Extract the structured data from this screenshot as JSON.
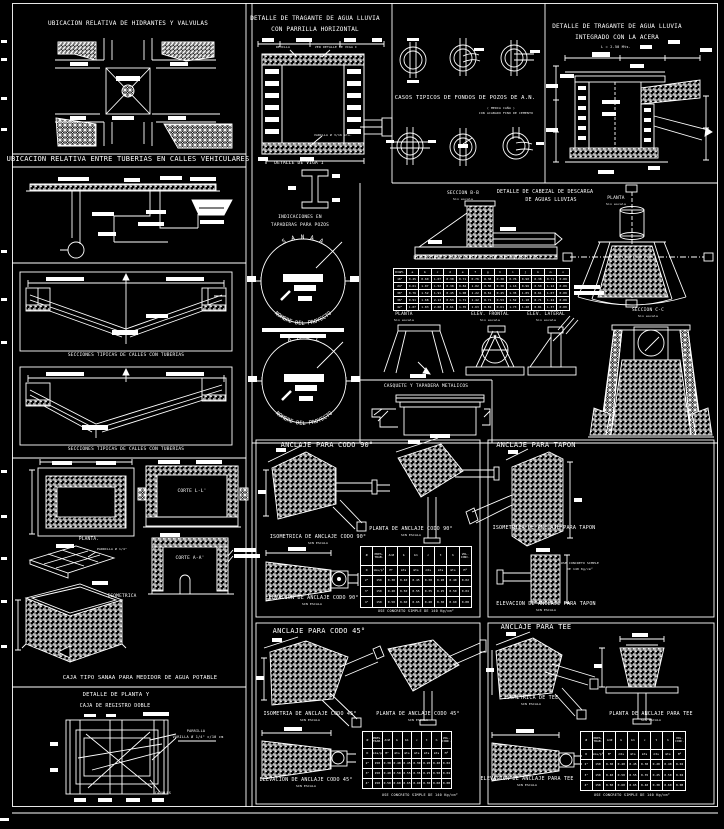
{
  "colors": {
    "background": "#000000",
    "line": "#ffffff"
  },
  "hidrantes": {
    "title": "UBICACION RELATIVA DE HIDRANTES Y VALVULAS"
  },
  "tuberias": {
    "title": "UBICACION RELATIVA ENTRE TUBERIAS EN CALLES VEHICULARES"
  },
  "secciones": {
    "caption": "SECCIONES TIPICAS DE CALLES CON TUBERIAS"
  },
  "caja_sanaa": {
    "planta": "PLANTA.",
    "corte_l": "CORTE L-L'",
    "corte_a": "CORTE A-A'",
    "isometrica": "ISOMETRICA",
    "parrilla": "PARRILLA Ø 1/4\"",
    "caption": "CAJA TIPO SANAA PARA MEDIDOR DE AGUA POTABLE"
  },
  "registro": {
    "title1": "DETALLE DE PLANTA Y",
    "title2": "CAJA DE REGISTRO DOBLE",
    "nota1": "PARRILLA",
    "nota2": "VARILLA Ø 1/4\" c/10 cm",
    "canales": "CANALES"
  },
  "tragante_parrilla": {
    "title1": "DETALLE DE TRAGANTE DE AGUA LLUVIA",
    "title2": "CON PARRILLA HORIZONTAL",
    "rejilla": "REJILLA",
    "ver_viga": "VER DETALLE DE VIGA I",
    "varilla": "VARILLA Ø 3/16 mts.",
    "viga_caption": "DETALLE DE VIGA I"
  },
  "casos_pozos": {
    "title": "CASOS TIPICOS DE FONDOS DE POZOS DE A.N.",
    "sub1": "( MEDIA CAÑA )",
    "sub2": "CON ACABADO FINO DE CEMENTO"
  },
  "tragante_acera": {
    "title1": "DETALLE DE TRAGANTE DE AGUA LLUVIA",
    "title2": "INTEGRADO CON LA ACERA",
    "largo": "L = 2.50 Mts."
  },
  "tapaderas": {
    "title1": "INDICACIONES EN",
    "title2": "TAPADERAS PARA POZOS",
    "tapa1_top": "S A N A A",
    "tapa1_bottom": "NOMBRE DEL PROYECTO",
    "tapa2_top": "A M D C",
    "tapa2_bottom": "NOMBRE DEL PROYECTO"
  },
  "cabezal": {
    "title1": "DETALLE DE CABEZAL DE DESCARGA",
    "title2": "DE AGUAS LLUVIAS",
    "seccion_b": "SECCION B-B",
    "sin_escala": "Sin escala",
    "dim_caption": "DIMENSIONES PARA CABEZALES DE ALCANTARILLAS",
    "planta": "PLANTA",
    "elev_frontal": "ELEV. FRONTAL",
    "elev_lateral": "ELEV. LATERAL",
    "planta2": "PLANTA",
    "seccion_c": "SECCION C-C",
    "table": {
      "headers": [
        "DIAM.",
        "a",
        "b",
        "c",
        "d",
        "e",
        "f",
        "g",
        "h",
        "i",
        "j",
        "k",
        "m",
        "n"
      ],
      "rows": [
        [
          "18\"",
          "0.45",
          "0.60",
          "1.07",
          "0.30",
          "0.71",
          "0.76",
          "0.38",
          "0.30",
          "0.76",
          "0.90",
          "0.38",
          "0.71",
          "0.09"
        ],
        [
          "24\"",
          "0.61",
          "1.07",
          "1.52",
          "0.38",
          "0.84",
          "1.02",
          "0.50",
          "0.38",
          "1.16",
          "0.96",
          "0.50",
          "1.12",
          "0.09"
        ],
        [
          "30\"",
          "0.76",
          "1.52",
          "1.91",
          "0.45",
          "1.08",
          "1.22",
          "0.61",
          "0.45",
          "1.35",
          "1.05",
          "0.61",
          "1.07",
          "0.09"
        ],
        [
          "36\"",
          "0.91",
          "1.68",
          "2.13",
          "0.53",
          "1.71",
          "1.42",
          "0.71",
          "0.53",
          "1.52",
          "1.10",
          "0.71",
          "1.22",
          "0.09"
        ],
        [
          "42\"",
          "1.07",
          "1.83",
          "2.60",
          "0.61",
          "1.35",
          "1.63",
          "0.81",
          "0.61",
          "1.73",
          "1.20",
          "0.81",
          "1.37",
          "0.09"
        ]
      ]
    }
  },
  "casquete": {
    "title": "CASQUETE Y TAPADERA METALICOS"
  },
  "anclajes": {
    "sin_escala": "SIN ESCALA",
    "codo90": {
      "title": "ANCLAJE PARA CODO 90°",
      "iso": "ISOMETRICA DE ANCLAJE CODO 90°",
      "planta": "PLANTA DE ANCLAJE CODO 90°",
      "elev": "ELEVACION DE ANCLAJE CODO 90°",
      "nota": "USE CONCRETO SIMPLE DE 140 Kg/cm²"
    },
    "tapon": {
      "title": "ANCLAJE PARA TAPON",
      "iso": "ISOMETRICA DE ANCLAJE PARA TAPON",
      "elev": "ELEVACION DE ANCLAJE PARA TAPON",
      "nota1": "USE CONCRETO SIMPLE",
      "nota2": "DE 140 Kg/cm²"
    },
    "codo45": {
      "title": "ANCLAJE PARA CODO 45°",
      "iso": "ISOMETRIA DE ANCLAJE CODO 45°",
      "planta": "PLANTA DE ANCLAJE CODO 45°",
      "elev": "ELEVACION DE ANCLAJE CODO 45°",
      "nota": "USE CONCRETO SIMPLE DE 140 Kg/cm²"
    },
    "tee": {
      "title": "ANCLAJE PARA TEE",
      "iso": "ISOMETRICA DE TEE",
      "planta": "PLANTA DE ANCLAJE PARA TEE",
      "elev": "ELEVACION DE ANCLAJE PARA TEE",
      "nota": "USE CONCRETO SIMPLE DE 140 Kg/cm²"
    },
    "table": {
      "headers": [
        "Ø",
        "PRES. TRAB.",
        "A=Ø",
        "b",
        "b1",
        "c",
        "t",
        "h",
        "VOL. CONC."
      ],
      "units": [
        "D",
        "Lbs/p²",
        "M\"",
        "mts",
        "mts",
        "mts",
        "mts",
        "mts",
        "M³"
      ],
      "rows": [
        [
          "2\"",
          "150",
          "0.30",
          "0.40",
          "0.45",
          "0.30",
          "0.20",
          "0.40",
          "0.02"
        ],
        [
          "3\"",
          "150",
          "0.40",
          "0.50",
          "0.55",
          "0.35",
          "0.25",
          "0.50",
          "0.04"
        ],
        [
          "4\"",
          "150",
          "0.50",
          "0.60",
          "0.65",
          "0.40",
          "0.30",
          "0.60",
          "0.08"
        ]
      ]
    }
  }
}
